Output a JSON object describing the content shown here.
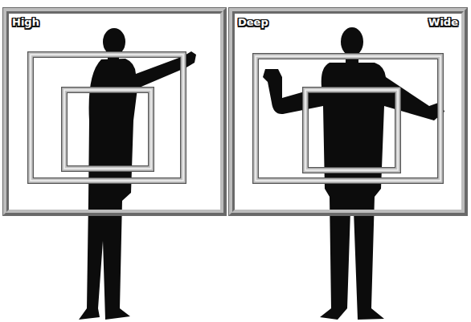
{
  "diagram": {
    "nodes": [
      {
        "text": [
          "High"
        ]
      },
      {
        "text": [
          "Deep",
          "Wide"
        ]
      }
    ]
  }
}
